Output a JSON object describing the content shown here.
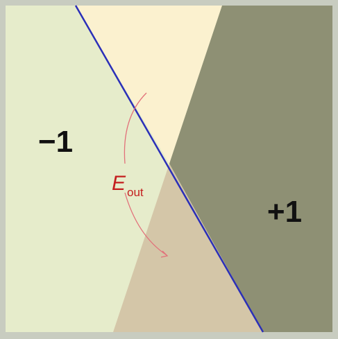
{
  "regions": {
    "negative_label": "−1",
    "positive_label": "+1"
  },
  "error_region": {
    "symbol": "E",
    "subscript": "out"
  },
  "colors": {
    "outer_border": "#c8ccc0",
    "negative_region": "#e6eccb",
    "upper_wedge": "#fbf1cf",
    "lower_wedge": "#d4c6a8",
    "positive_region": "#8e9074",
    "hypothesis_line": "#2b2fb8",
    "error_arc": "#e2707a",
    "error_text": "#c41e1e"
  }
}
